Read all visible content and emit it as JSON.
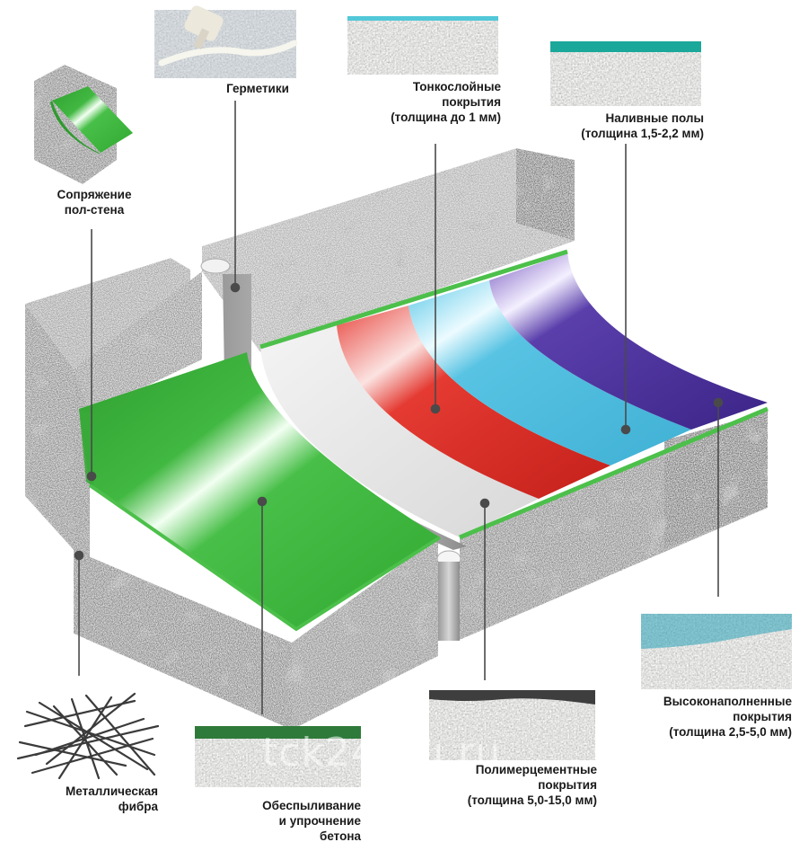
{
  "labels": {
    "germetiki": "Герметики",
    "tonkosloynye": "Тонкослойные\nпокрытия\n(толщина до 1 мм)",
    "nalivnye": "Наливные полы\n(толщина 1,5-2,2 мм)",
    "sopryazhenie": "Сопряжение\nпол-стена",
    "vysokonapolnennye": "Высоконаполненные\nпокрытия\n(толщина 2,5-5,0 мм)",
    "polimercementnye": "Полимерцементные\nпокрытия\n(толщина 5,0-15,0 мм)",
    "obespylivanie": "Обеспыливание\nи упрочнение\nбетона",
    "fibra": "Металлическая\nфибра"
  },
  "watermark": "tck24.tiu.ru",
  "colors": {
    "green": "#3bb33b",
    "white_coat": "#e4e4e4",
    "red": "#d42a22",
    "cyan": "#49b9dc",
    "purple": "#4a2f98",
    "edge_green": "#4cc04a",
    "concrete": "#8a8a8a"
  },
  "icons": [
    "caulk-gun-icon",
    "metal-fiber-icon"
  ]
}
